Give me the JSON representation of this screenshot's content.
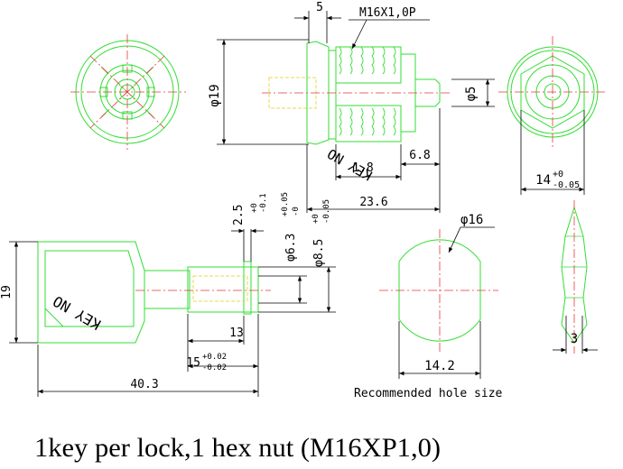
{
  "colors": {
    "part": "#33dd33",
    "center": "#e53a3a",
    "dim": "#000000",
    "hidden": "#e8d850",
    "background": "#ffffff"
  },
  "side_view": {
    "dim_top": "5",
    "thread_label": "M16X1,0P",
    "dim_dia": "φ19",
    "dim_pin": "φ5",
    "dim_1_8": "1.8",
    "dim_6_8": "6.8",
    "dim_23_6": "23.6",
    "engraving": "KEY NO"
  },
  "nut_view": {
    "dim_width": "14",
    "tol_upper": "+0",
    "tol_lower": "-0.05"
  },
  "key_view": {
    "engraving": "KEY NO",
    "dim_height": "19",
    "dim_2_5": "2.5",
    "dim_2_5_upper": "+0",
    "dim_2_5_lower": "-0.1",
    "dim_6_3": "φ6.3",
    "dim_6_3_upper": "+0.05",
    "dim_6_3_lower": "-0",
    "dim_8_5": "φ8.5",
    "dim_8_5_upper": "+0",
    "dim_8_5_lower": "-0.05",
    "dim_13": "13",
    "dim_15": "15",
    "dim_15_upper": "+0.02",
    "dim_15_lower": "-0.02",
    "dim_40_3": "40.3"
  },
  "hole_view": {
    "dim_dia": "φ16",
    "dim_width": "14.2",
    "caption": "Recommended hole size"
  },
  "thin_view": {
    "dim_thickness": "3"
  },
  "footer": {
    "caption": "1key per lock,1 hex nut (M16XP1,0)"
  }
}
